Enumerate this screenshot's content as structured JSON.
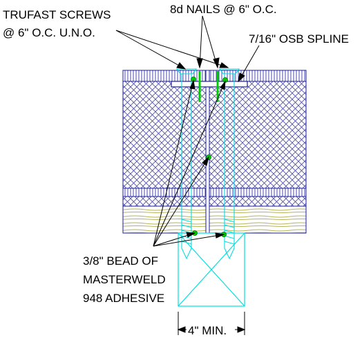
{
  "labels": {
    "trufast_line1": "TRUFAST SCREWS",
    "trufast_line2": "@ 6\" O.C. U.N.O.",
    "nails": "8d NAILS @ 6\" O.C.",
    "spline": "7/16\" OSB SPLINE",
    "adhesive_line1": "3/8\" BEAD OF",
    "adhesive_line2": "MASTERWELD",
    "adhesive_line3": "948 ADHESIVE",
    "dimension": "4\" MIN."
  },
  "colors": {
    "panel_outline": "#1a1aa0",
    "screw": "#00e0e0",
    "adhesive": "#00c000",
    "nail": "#00d000",
    "wood_grain": "#b4b45a",
    "leader": "#000000"
  }
}
